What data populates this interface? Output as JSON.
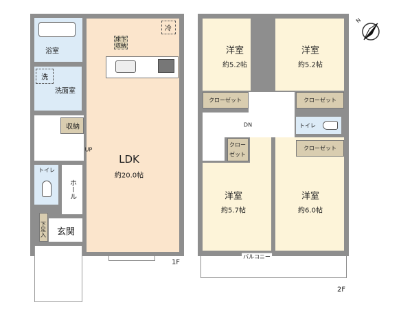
{
  "floor1": {
    "label": "1F",
    "bath": "浴室",
    "washer": "洗",
    "washroom": "洗面室",
    "storage": "収納",
    "up": "UP",
    "fridge": "冷",
    "underfloor_storage": "床下収納",
    "ldk": "LDK",
    "ldk_size": "約20.0帖",
    "toilet": "トイレ",
    "hall": "ホール",
    "entrance": "玄関",
    "shoe_storage": "下足入"
  },
  "floor2": {
    "label": "2F",
    "room_tl": {
      "name": "洋室",
      "size": "約5.2帖"
    },
    "room_tr": {
      "name": "洋室",
      "size": "約5.2帖"
    },
    "room_bl": {
      "name": "洋室",
      "size": "約5.7帖"
    },
    "room_br": {
      "name": "洋室",
      "size": "約6.0帖"
    },
    "closet": "クローゼット",
    "closet_small_1": "クロー",
    "closet_small_2": "ゼット",
    "toilet": "トイレ",
    "down": "DN",
    "balcony": "バルコニー"
  },
  "compass": {
    "north": "N"
  },
  "colors": {
    "wall": "#8e8e8e",
    "ldk": "#fbe5cc",
    "room": "#fdf4d9",
    "wet": "#dcebf7",
    "closet": "#d9cdb0"
  }
}
